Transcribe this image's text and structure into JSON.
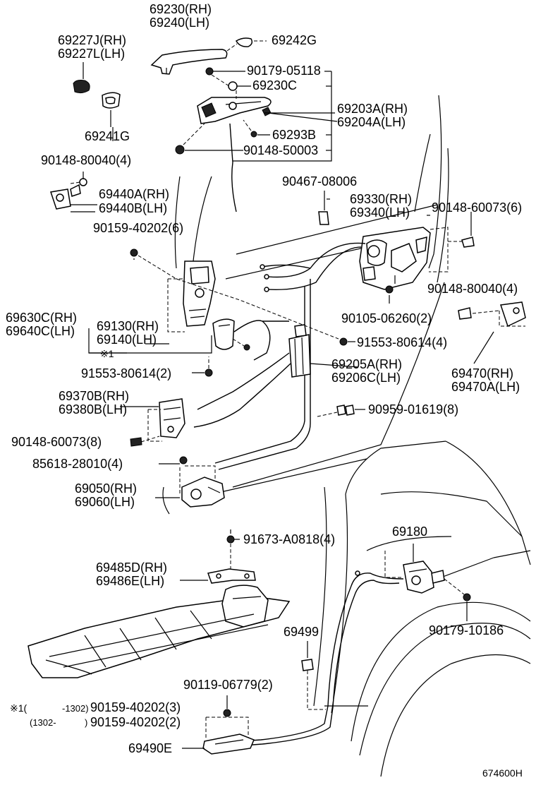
{
  "labels": {
    "l01": "69230(RH)",
    "l02": "69240(LH)",
    "l03": "69227J(RH)",
    "l04": "69227L(LH)",
    "l05": "69242G",
    "l06": "90179-05118",
    "l07": "69230C",
    "l08": "69203A(RH)",
    "l09": "69204A(LH)",
    "l10": "69241G",
    "l11": "69293B",
    "l12": "90148-50003",
    "l13": "90148-80040(4)",
    "l14": "69440A(RH)",
    "l15": "69440B(LH)",
    "l16": "90467-08006",
    "l17": "69330(RH)",
    "l18": "69340(LH)",
    "l19": "90148-60073(6)",
    "l20": "90159-40202(6)",
    "l21": "90148-80040(4)",
    "l22": "90105-06260(2)",
    "l23": "69630C(RH)",
    "l24": "69640C(LH)",
    "l25": "69130(RH)",
    "l26": "69140(LH)",
    "l27": "91553-80614(4)",
    "l28": "※1",
    "l29": "91553-80614(2)",
    "l30": "69205A(RH)",
    "l31": "69206C(LH)",
    "l32": "69470(RH)",
    "l33": "69470A(LH)",
    "l34": "69370B(RH)",
    "l35": "69380B(LH)",
    "l36": "90959-01619(8)",
    "l37": "90148-60073(8)",
    "l38": "85618-28010(4)",
    "l39": "69050(RH)",
    "l40": "69060(LH)",
    "l41": "69180",
    "l42": "91673-A0818(4)",
    "l43": "69485D(RH)",
    "l44": "69486E(LH)",
    "l45": "69499",
    "l46": "90179-10186",
    "l47": "90119-06779(2)",
    "l48a": "※1(",
    "l48b": "-1302)",
    "l48c": "90159-40202(3)",
    "l49a": "(1302-",
    "l49b": ")",
    "l49c": "90159-40202(2)",
    "l50": "69490E",
    "l51": "674600H"
  }
}
